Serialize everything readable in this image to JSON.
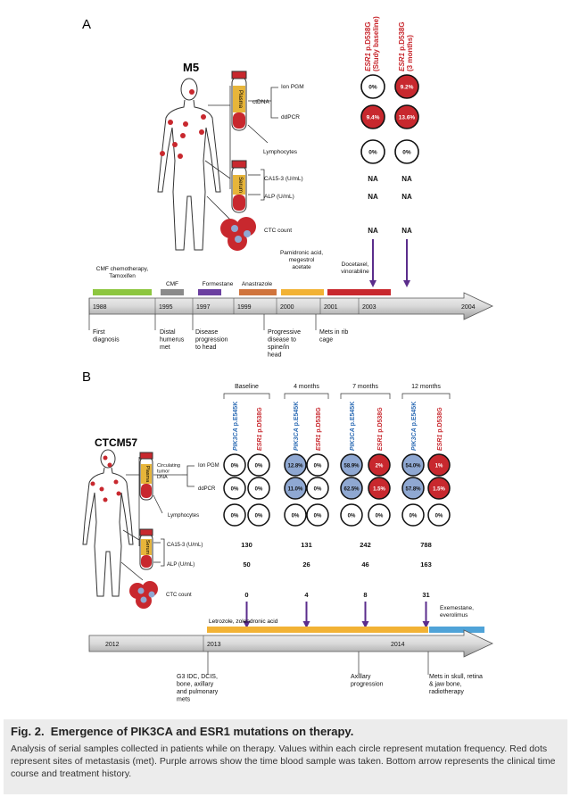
{
  "panelA": {
    "label": "A",
    "patient": "M5",
    "col_headers": [
      {
        "gene": "ESR1",
        "rest": " p.D538G",
        "sub": "(Study baseline)"
      },
      {
        "gene": "ESR1",
        "rest": " p.D538G",
        "sub": "(3 months)"
      }
    ],
    "tube1": "Plasma",
    "tube2": "Serum",
    "ctdna": "ctDNA",
    "rows": [
      {
        "label": "Ion PGM",
        "vals": [
          "0%",
          "9.2%"
        ],
        "kind": [
          "white",
          "red"
        ]
      },
      {
        "label": "ddPCR",
        "vals": [
          "9.4%",
          "13.6%"
        ],
        "kind": [
          "red",
          "red"
        ]
      },
      {
        "label": "Lymphocytes",
        "vals": [
          "0%",
          "0%"
        ],
        "kind": [
          "white",
          "white"
        ]
      },
      {
        "label": "CA15-3 (U/mL)",
        "vals": [
          "NA",
          "NA"
        ],
        "kind": [
          "text",
          "text"
        ]
      },
      {
        "label": "ALP (U/mL)",
        "vals": [
          "NA",
          "NA"
        ],
        "kind": [
          "text",
          "text"
        ]
      },
      {
        "label": "CTC count",
        "vals": [
          "NA",
          "NA"
        ],
        "kind": [
          "text",
          "text"
        ]
      }
    ],
    "treatments": [
      {
        "label": "CMF chemotherapy,\nTamoxifen",
        "color": "#8dc63f"
      },
      {
        "label": "CMF",
        "color": "#8a8a8a"
      },
      {
        "label": "Formestane",
        "color": "#6b3fa0"
      },
      {
        "label": "Anastrazole",
        "color": "#d0743c"
      },
      {
        "label": "Pamidronic acid,\nmegestrol\nacetate",
        "color": "#f2b234"
      },
      {
        "label": "Docetaxel,\nvinorabline",
        "color": "#c8282e"
      }
    ],
    "years": [
      "1988",
      "1995",
      "1997",
      "1999",
      "2000",
      "2001",
      "2003",
      "2004"
    ],
    "events": [
      "First\ndiagnosis",
      "Distal\nhumerus\nmet",
      "Disease\nprogression\nto head",
      "Progressive\ndisease to\nspine/in\nhead",
      "Mets in rib\ncage"
    ]
  },
  "panelB": {
    "label": "B",
    "patient": "CTCM57",
    "timepoints": [
      "Baseline",
      "4 months",
      "7 months",
      "12 months"
    ],
    "genes": [
      {
        "gene": "PIK3CA",
        "rest": " p.E545K",
        "color": "#2f6db5"
      },
      {
        "gene": "ESR1",
        "rest": " p.D538G",
        "color": "#c8282e"
      }
    ],
    "tube1": "Plasma",
    "tube2": "Serum",
    "circ_label": "Circulating\ntumor\nDNA",
    "row_labels": [
      "Ion PGM",
      "ddPCR",
      "Lymphocytes"
    ],
    "circles": [
      [
        [
          "0%",
          "white"
        ],
        [
          "0%",
          "white"
        ],
        [
          "12.8%",
          "blue"
        ],
        [
          "0%",
          "white"
        ],
        [
          "58.9%",
          "blue"
        ],
        [
          "2%",
          "red"
        ],
        [
          "54.0%",
          "blue"
        ],
        [
          "1%",
          "red"
        ]
      ],
      [
        [
          "0%",
          "white"
        ],
        [
          "0%",
          "white"
        ],
        [
          "11.0%",
          "blue"
        ],
        [
          "0%",
          "white"
        ],
        [
          "62.5%",
          "blue"
        ],
        [
          "1.5%",
          "red"
        ],
        [
          "57.8%",
          "blue"
        ],
        [
          "1.5%",
          "red"
        ]
      ],
      [
        [
          "0%",
          "white"
        ],
        [
          "0%",
          "white"
        ],
        [
          "0%",
          "white"
        ],
        [
          "0%",
          "white"
        ],
        [
          "0%",
          "white"
        ],
        [
          "0%",
          "white"
        ],
        [
          "0%",
          "white"
        ],
        [
          "0%",
          "white"
        ]
      ]
    ],
    "markers": [
      {
        "label": "CA15-3 (U/mL)",
        "vals": [
          "130",
          "131",
          "242",
          "788"
        ]
      },
      {
        "label": "ALP (U/mL)",
        "vals": [
          "50",
          "26",
          "46",
          "163"
        ]
      },
      {
        "label": "CTC count",
        "vals": [
          "0",
          "4",
          "8",
          "31"
        ]
      }
    ],
    "treatments": [
      {
        "label": "Letrozole, zolendronic acid",
        "color": "#f2b234"
      },
      {
        "label": "Exemestane,\neverolimus",
        "color": "#4fa3d8"
      }
    ],
    "years": [
      "2012",
      "2013",
      "2014"
    ],
    "events": [
      "G3 IDC, DCIS,\nbone, axillary\nand pulmonary\nmets",
      "Axillary\nprogression",
      "Mets in skull, retina\n& jaw bone,\nradiotherapy"
    ]
  },
  "colors": {
    "red": "#c8282e",
    "blue": "#8fa8d2",
    "purple": "#5b2d8c",
    "tube_yellow": "#e7b53a",
    "ctc": "#c8282e"
  },
  "caption": {
    "fig": "Fig. 2.",
    "title": "Emergence of PIK3CA and ESR1 mutations on therapy.",
    "text": "Analysis of serial samples collected in patients while on therapy. Values within each circle represent mutation frequency. Red dots represent sites of metastasis (met). Purple arrows show the time blood sample was taken. Bottom arrow represents the clinical time course and treatment history."
  }
}
